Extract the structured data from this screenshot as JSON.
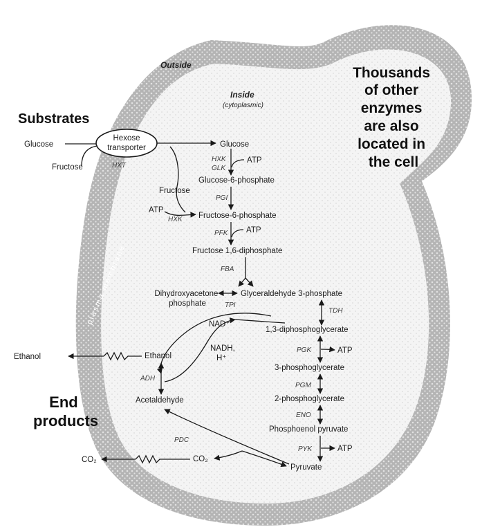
{
  "colors": {
    "membrane": "#b4b4b4",
    "membrane_dots": "#e2e2e2",
    "cytoplasm": "#f4f4f4",
    "cytoplasm_dots": "#e0e0e0",
    "ink": "#1a1a1a"
  },
  "regions": {
    "outside": "Outside",
    "inside": "Inside",
    "inside_sub": "(cytoplasmic)",
    "membrane": "plasma membrane"
  },
  "note": [
    "Thousands",
    "of other",
    "enzymes",
    "are also",
    "located in",
    "the cell"
  ],
  "headings": {
    "substrates": "Substrates",
    "end_products": [
      "End",
      "products"
    ]
  },
  "transporter": {
    "line1": "Hexose",
    "line2": "transporter",
    "gene": "HXT"
  },
  "substrates": {
    "glucose": "Glucose",
    "fructose": "Fructose"
  },
  "metabolites": {
    "glucose_in": "Glucose",
    "fructose_in": "Fructose",
    "g6p": "Glucose-6-phosphate",
    "f6p": "Fructose-6-phosphate",
    "fdp": "Fructose 1,6-diphosphate",
    "dhap_1": "Dihydroxyacetone",
    "dhap_2": "phosphate",
    "g3p": "Glyceraldehyde 3-phosphate",
    "bpg": "1,3-diphosphoglycerate",
    "pg3": "3-phosphoglycerate",
    "pg2": "2-phosphoglycerate",
    "pep": "Phosphoenol pyruvate",
    "pyruvate": "Pyruvate",
    "acetaldehyde": "Acetaldehyde",
    "ethanol_in": "Ethanol",
    "co2_in": "CO₂",
    "nad": "NAD⁺",
    "nadh_1": "NADH,",
    "nadh_2": "H⁺"
  },
  "cofactors": {
    "atp": "ATP"
  },
  "enzymes": {
    "hxk": "HXK",
    "glk": "GLK",
    "pgi": "PGI",
    "pfk": "PFK",
    "fba": "FBA",
    "tpi": "TPI",
    "tdh": "TDH",
    "pgk": "PGK",
    "pgm": "PGM",
    "eno": "ENO",
    "pyk": "PYK",
    "pdc": "PDC",
    "adh": "ADH"
  },
  "products": {
    "ethanol": "Ethanol",
    "co2": "CO₂"
  }
}
